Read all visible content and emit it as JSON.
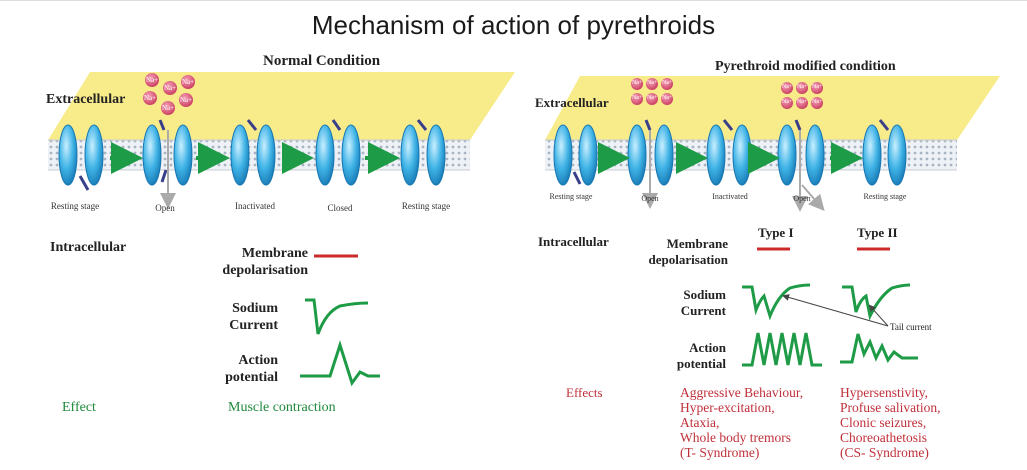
{
  "title": "Mechanism of action of pyrethroids",
  "left": {
    "heading": "Normal Condition",
    "extracellular": "Extracellular",
    "intracellular": "Intracellular",
    "stages": [
      "Resting stage",
      "Open",
      "Inactivated",
      "Closed",
      "Resting stage"
    ],
    "membrane_depolarisation": [
      "Membrane",
      "depolarisation"
    ],
    "sodium_current": [
      "Sodium",
      "Current"
    ],
    "action_potential": [
      "Action",
      "potential"
    ],
    "effect_label": "Effect",
    "effect_value": "Muscle contraction"
  },
  "right": {
    "heading": "Pyrethroid modified condition",
    "extracellular": "Extracellular",
    "intracellular": "Intracellular",
    "stages": [
      "Resting stage",
      "Open",
      "Inactivated",
      "Open",
      "Resting stage"
    ],
    "membrane_depolarisation": [
      "Membrane",
      "depolarisation"
    ],
    "type1": "Type I",
    "type2": "Type II",
    "sodium_current": [
      "Sodium",
      "Current"
    ],
    "action_potential": [
      "Action",
      "potential"
    ],
    "tail_current": "Tail current",
    "effects_label": "Effects",
    "type1_effects": [
      "Aggressive Behaviour,",
      "Hyper-excitation,",
      "Ataxia,",
      "Whole body tremors",
      "(T- Syndrome)"
    ],
    "type2_effects": [
      "Hypersenstivity,",
      "Profuse salivation,",
      "Clonic seizures,",
      "Choreoathetosis",
      "(CS- Syndrome)"
    ]
  },
  "ion_label": "Na+",
  "colors": {
    "membrane_top": "#f8eb8a",
    "channel": "#3fb3e6",
    "arrow": "#1e9b46",
    "trace": "#1e9b46",
    "depol_bar": "#cc2a2a",
    "ion": "#d9486a",
    "effect_text": "#c0303a"
  }
}
